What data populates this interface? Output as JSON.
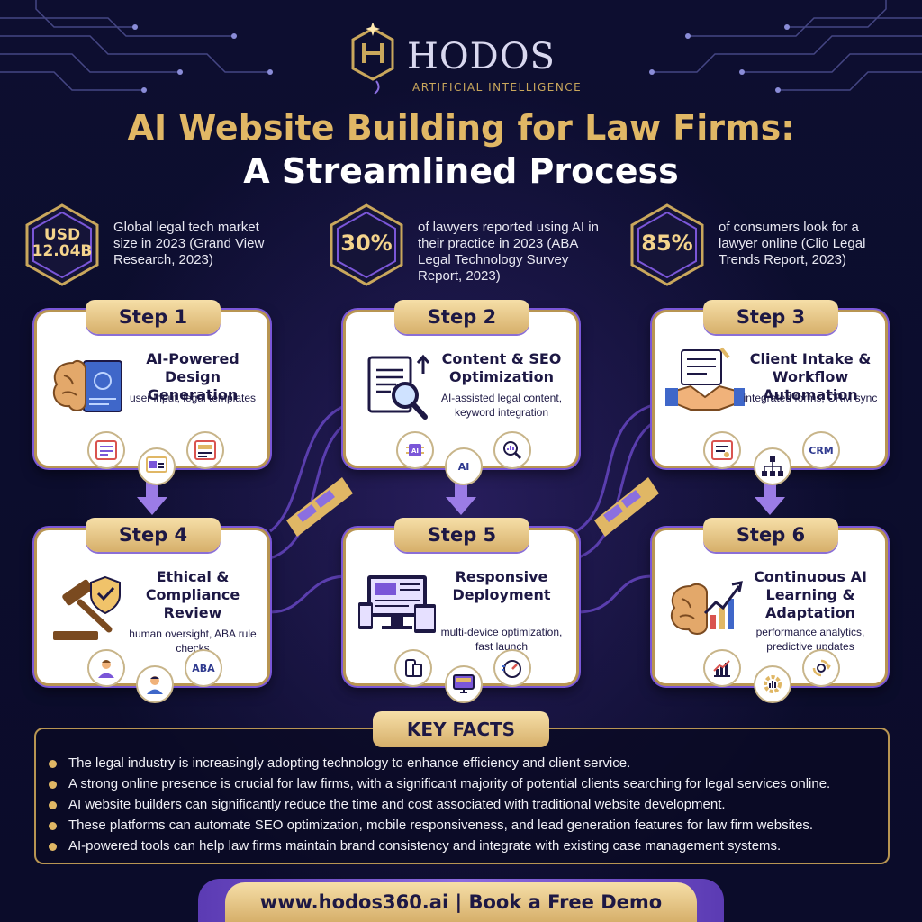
{
  "brand": {
    "name": "HODOS",
    "tagline": "ARTIFICIAL INTELLIGENCE"
  },
  "title": {
    "line1": "AI Website Building for Law Firms:",
    "line2": "A Streamlined Process"
  },
  "stats": [
    {
      "value": "USD 12.04B",
      "text": "Global legal tech market size in 2023 (Grand View Research, 2023)"
    },
    {
      "value": "30%",
      "text": "of lawyers reported using AI in their practice in 2023 (ABA Legal Technology Survey Report, 2023)"
    },
    {
      "value": "85%",
      "text": "of consumers look for a lawyer online (Clio Legal Trends Report, 2023)"
    }
  ],
  "steps": [
    {
      "label": "Step 1",
      "title": "AI-Powered Design Generation",
      "subtitle": "user input, legal templates"
    },
    {
      "label": "Step 2",
      "title": "Content & SEO Optimization",
      "subtitle": "AI-assisted legal content, keyword integration"
    },
    {
      "label": "Step 3",
      "title": "Client Intake & Workflow Automation",
      "subtitle": "integrated forms, CRM sync"
    },
    {
      "label": "Step 4",
      "title": "Ethical & Compliance Review",
      "subtitle": "human oversight, ABA rule checks"
    },
    {
      "label": "Step 5",
      "title": "Responsive Deployment",
      "subtitle": "multi-device optimization, fast launch"
    },
    {
      "label": "Step 6",
      "title": "Continuous AI Learning & Adaptation",
      "subtitle": "performance analytics, predictive updates"
    }
  ],
  "mini_icons": {
    "crm": "CRM",
    "aba": "ABA",
    "ai": "AI"
  },
  "key_facts": {
    "heading": "KEY FACTS",
    "items": [
      "The legal industry is increasingly adopting technology to enhance efficiency and client service.",
      "A strong online presence is crucial for law firms, with a significant majority of potential clients searching for legal services online.",
      "AI website builders can significantly reduce the time and cost associated with traditional website development.",
      "These platforms can automate SEO optimization, mobile responsiveness, and lead generation features for law firm websites.",
      "AI-powered tools can help law firms maintain brand consistency and integrate with existing case management systems."
    ]
  },
  "footer": {
    "text": "www.hodos360.ai | Book a Free Demo"
  },
  "colors": {
    "background": "#0b0c2a",
    "gold": "#e0b765",
    "purple": "#7a56d8",
    "navy": "#1d1844"
  }
}
